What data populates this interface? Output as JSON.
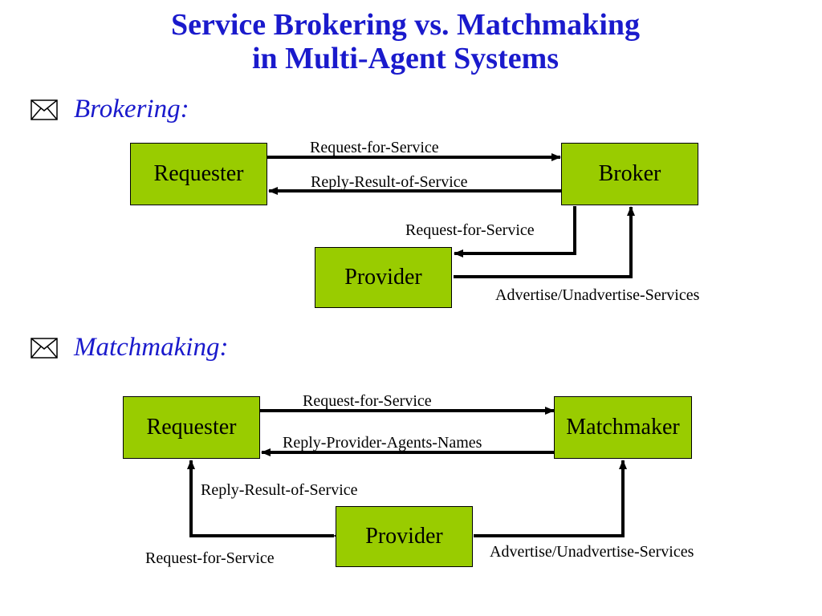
{
  "title": {
    "line1": "Service Brokering vs. Matchmaking",
    "line2": "in Multi-Agent Systems"
  },
  "brokering": {
    "heading": "Brokering:",
    "bullet_icon": "envelope-icon",
    "nodes": {
      "requester": "Requester",
      "broker": "Broker",
      "provider": "Provider"
    },
    "edges": {
      "requester_to_broker": "Request-for-Service",
      "broker_to_requester": "Reply-Result-of-Service",
      "broker_to_provider": "Request-for-Service",
      "provider_to_broker": "Advertise/Unadvertise-Services"
    }
  },
  "matchmaking": {
    "heading": "Matchmaking:",
    "bullet_icon": "envelope-icon",
    "nodes": {
      "requester": "Requester",
      "matchmaker": "Matchmaker",
      "provider": "Provider"
    },
    "edges": {
      "requester_to_matchmaker": "Request-for-Service",
      "matchmaker_to_requester": "Reply-Provider-Agents-Names",
      "provider_to_requester": "Reply-Result-of-Service",
      "requester_to_provider": "Request-for-Service",
      "provider_to_matchmaker": "Advertise/Unadvertise-Services"
    }
  },
  "colors": {
    "title": "#1a1acc",
    "box_fill": "#99cc00",
    "box_border": "#000000"
  }
}
